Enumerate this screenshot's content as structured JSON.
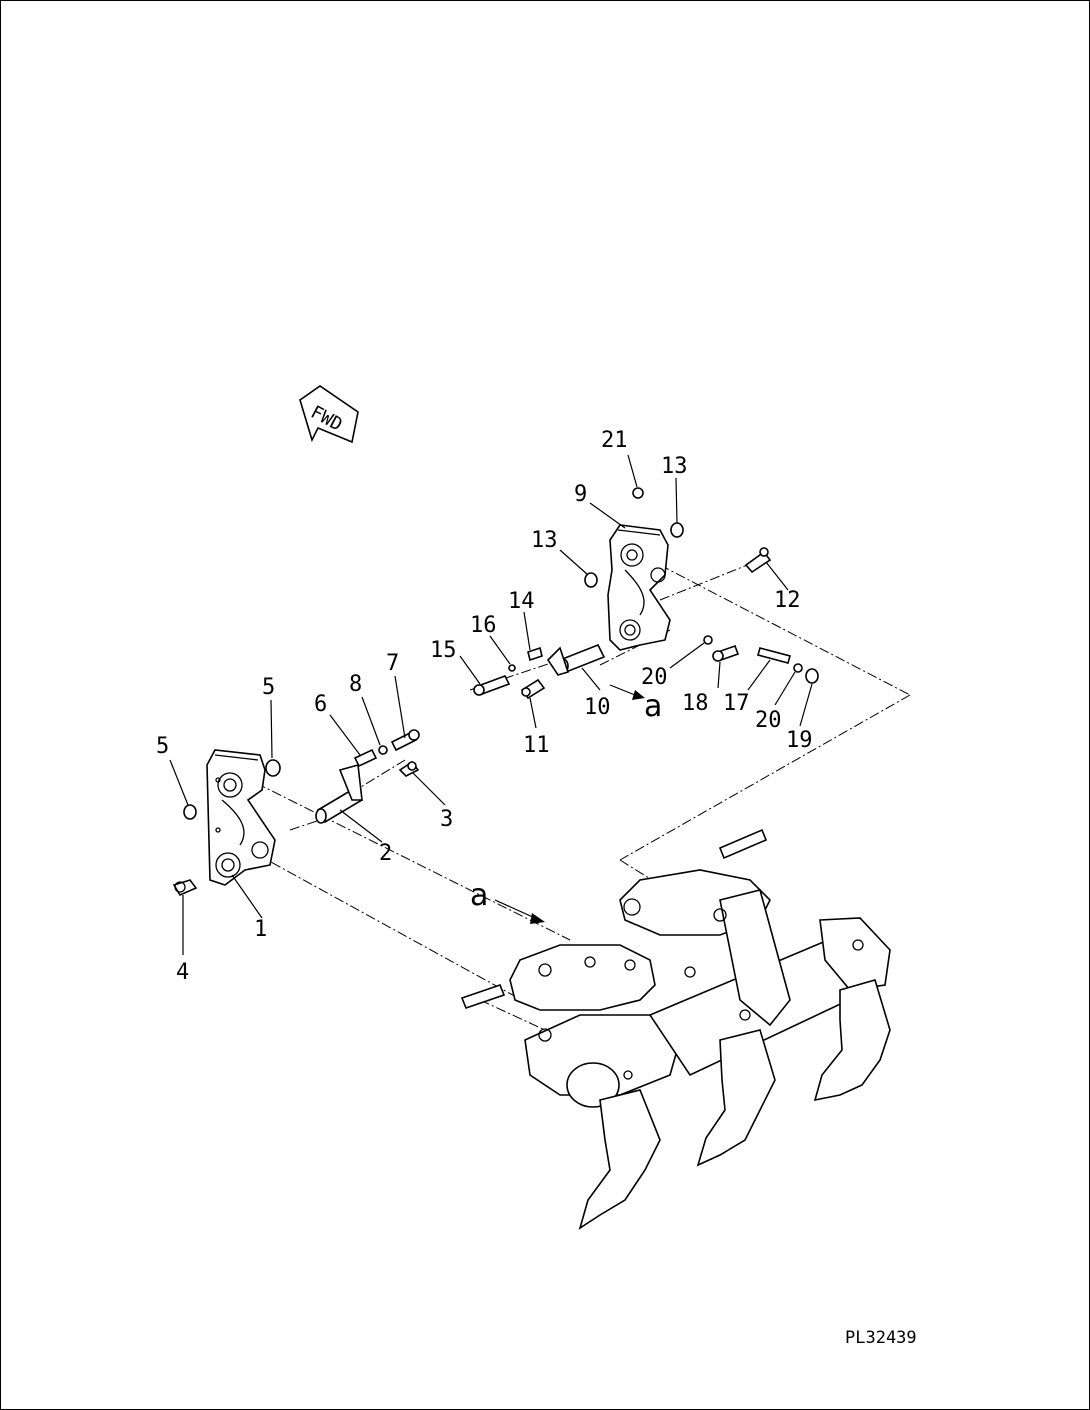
{
  "diagram": {
    "fwd_label": "FWD",
    "drawing_code": "PL32439",
    "view_letter": "a",
    "callouts": [
      "1",
      "2",
      "3",
      "4",
      "5",
      "5",
      "6",
      "7",
      "8",
      "9",
      "10",
      "11",
      "12",
      "13",
      "13",
      "14",
      "15",
      "16",
      "17",
      "18",
      "19",
      "20",
      "20",
      "21"
    ]
  }
}
